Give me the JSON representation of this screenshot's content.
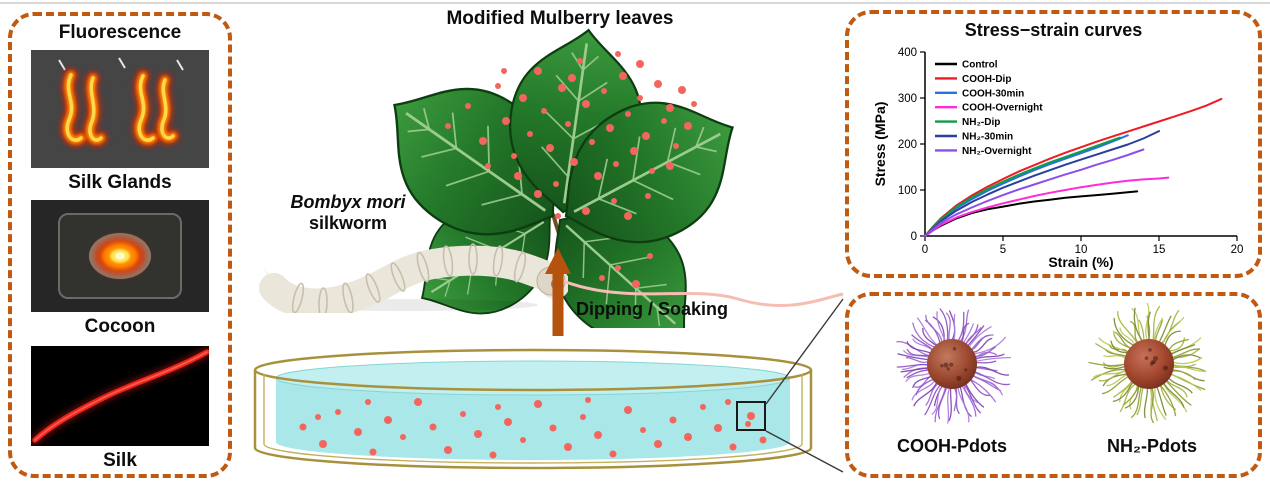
{
  "accent_color": "#c05a11",
  "dot_color": "#f4655e",
  "panels": {
    "fluorescence": {
      "title": "Fluorescence",
      "items": [
        {
          "label": "Silk Glands"
        },
        {
          "label": "Cocoon"
        },
        {
          "label": "Silk"
        }
      ]
    },
    "center": {
      "title": "Modified Mulberry leaves",
      "silkworm_species": "Bombyx mori",
      "silkworm_word": "silkworm",
      "process_label": "Dipping / Soaking"
    },
    "pdots": {
      "items": [
        {
          "label": "COOH-Pdots"
        },
        {
          "label": "NH₂-Pdots"
        }
      ]
    }
  },
  "chart_data": {
    "type": "line",
    "title": "Stress−strain curves",
    "xlabel": "Strain (%)",
    "ylabel": "Stress (MPa)",
    "xlim": [
      0,
      20
    ],
    "ylim": [
      0,
      400
    ],
    "xticks": [
      0,
      5,
      10,
      15,
      20
    ],
    "yticks": [
      0,
      100,
      200,
      300,
      400
    ],
    "grid": false,
    "legend_position": "upper left",
    "series": [
      {
        "name": "Control",
        "color": "#000000",
        "x": [
          0,
          0.5,
          1,
          2,
          3,
          4,
          5,
          6,
          7,
          8,
          9,
          10,
          11,
          12,
          13,
          13.6
        ],
        "y": [
          0,
          12,
          22,
          38,
          50,
          58,
          64,
          70,
          75,
          79,
          83,
          86,
          89,
          92,
          95,
          97
        ]
      },
      {
        "name": "COOH-Dip",
        "color": "#ed1c24",
        "x": [
          0,
          0.5,
          1,
          2,
          3,
          4,
          5,
          6,
          7,
          8,
          9,
          10,
          11,
          12,
          13,
          14,
          15,
          16,
          17,
          18,
          19
        ],
        "y": [
          0,
          20,
          38,
          66,
          88,
          107,
          124,
          140,
          154,
          168,
          181,
          193,
          205,
          216,
          227,
          238,
          249,
          260,
          271,
          283,
          298
        ]
      },
      {
        "name": "COOH-30min",
        "color": "#2a6fe8",
        "x": [
          0,
          0.5,
          1,
          2,
          3,
          4,
          5,
          6,
          7,
          8,
          9,
          10,
          11,
          12,
          13
        ],
        "y": [
          0,
          18,
          34,
          60,
          80,
          98,
          114,
          129,
          143,
          156,
          168,
          180,
          192,
          205,
          219
        ]
      },
      {
        "name": "COOH-Overnight",
        "color": "#ff2bd6",
        "x": [
          0,
          1,
          2,
          3,
          4,
          5,
          6,
          7,
          8,
          9,
          10,
          11,
          12,
          13,
          14,
          15,
          15.6
        ],
        "y": [
          0,
          24,
          40,
          52,
          62,
          71,
          79,
          87,
          94,
          100,
          106,
          111,
          116,
          120,
          123,
          125,
          127
        ]
      },
      {
        "name": "NH₂-Dip",
        "color": "#0f9d45",
        "x": [
          0,
          0.5,
          1,
          2,
          3,
          4,
          5,
          6,
          7,
          8,
          9,
          10,
          11,
          12,
          12.5
        ],
        "y": [
          0,
          19,
          36,
          63,
          84,
          102,
          118,
          133,
          147,
          160,
          172,
          184,
          196,
          208,
          214
        ]
      },
      {
        "name": "NH₂-30min",
        "color": "#2c3e9c",
        "x": [
          0,
          1,
          2,
          3,
          4,
          5,
          6,
          7,
          8,
          9,
          10,
          11,
          12,
          13,
          14,
          15
        ],
        "y": [
          0,
          32,
          55,
          74,
          90,
          105,
          118,
          131,
          143,
          155,
          166,
          177,
          188,
          199,
          212,
          228
        ]
      },
      {
        "name": "NH₂-Overnight",
        "color": "#8c4fe8",
        "x": [
          0,
          1,
          2,
          3,
          4,
          5,
          6,
          7,
          8,
          9,
          10,
          11,
          12,
          13,
          14
        ],
        "y": [
          0,
          28,
          47,
          62,
          76,
          89,
          101,
          112,
          123,
          134,
          144,
          155,
          165,
          176,
          188
        ]
      }
    ]
  }
}
